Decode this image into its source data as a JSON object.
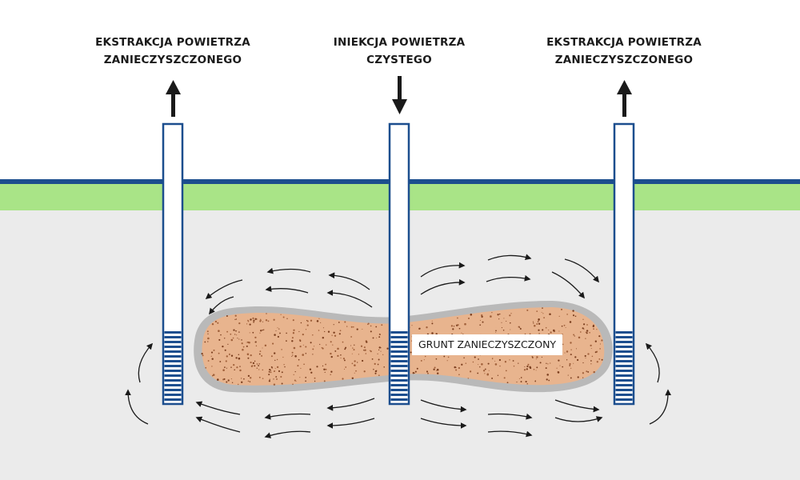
{
  "labels": {
    "left_well": {
      "line1": "EKSTRAKCJA POWIETRZA",
      "line2": "ZANIECZYSZCZONEGO"
    },
    "center_well": {
      "line1": "INIEKCJA POWIETRZA",
      "line2": "CZYSTEGO"
    },
    "right_well": {
      "line1": "EKSTRAKCJA POWIETRZA",
      "line2": "ZANIECZYSZCZONEGO"
    },
    "contaminated_zone": "GRUNT ZANIECZYSZCZONY"
  },
  "colors": {
    "sky": "#ffffff",
    "ground_line": "#1c4e8e",
    "grass": "#a9e487",
    "soil": "#ebebeb",
    "plume_fill": "#e8b48e",
    "plume_outline": "#b9b9b9",
    "well_outline": "#1c4e8e",
    "flow_arrow": "#1a1a1a"
  }
}
